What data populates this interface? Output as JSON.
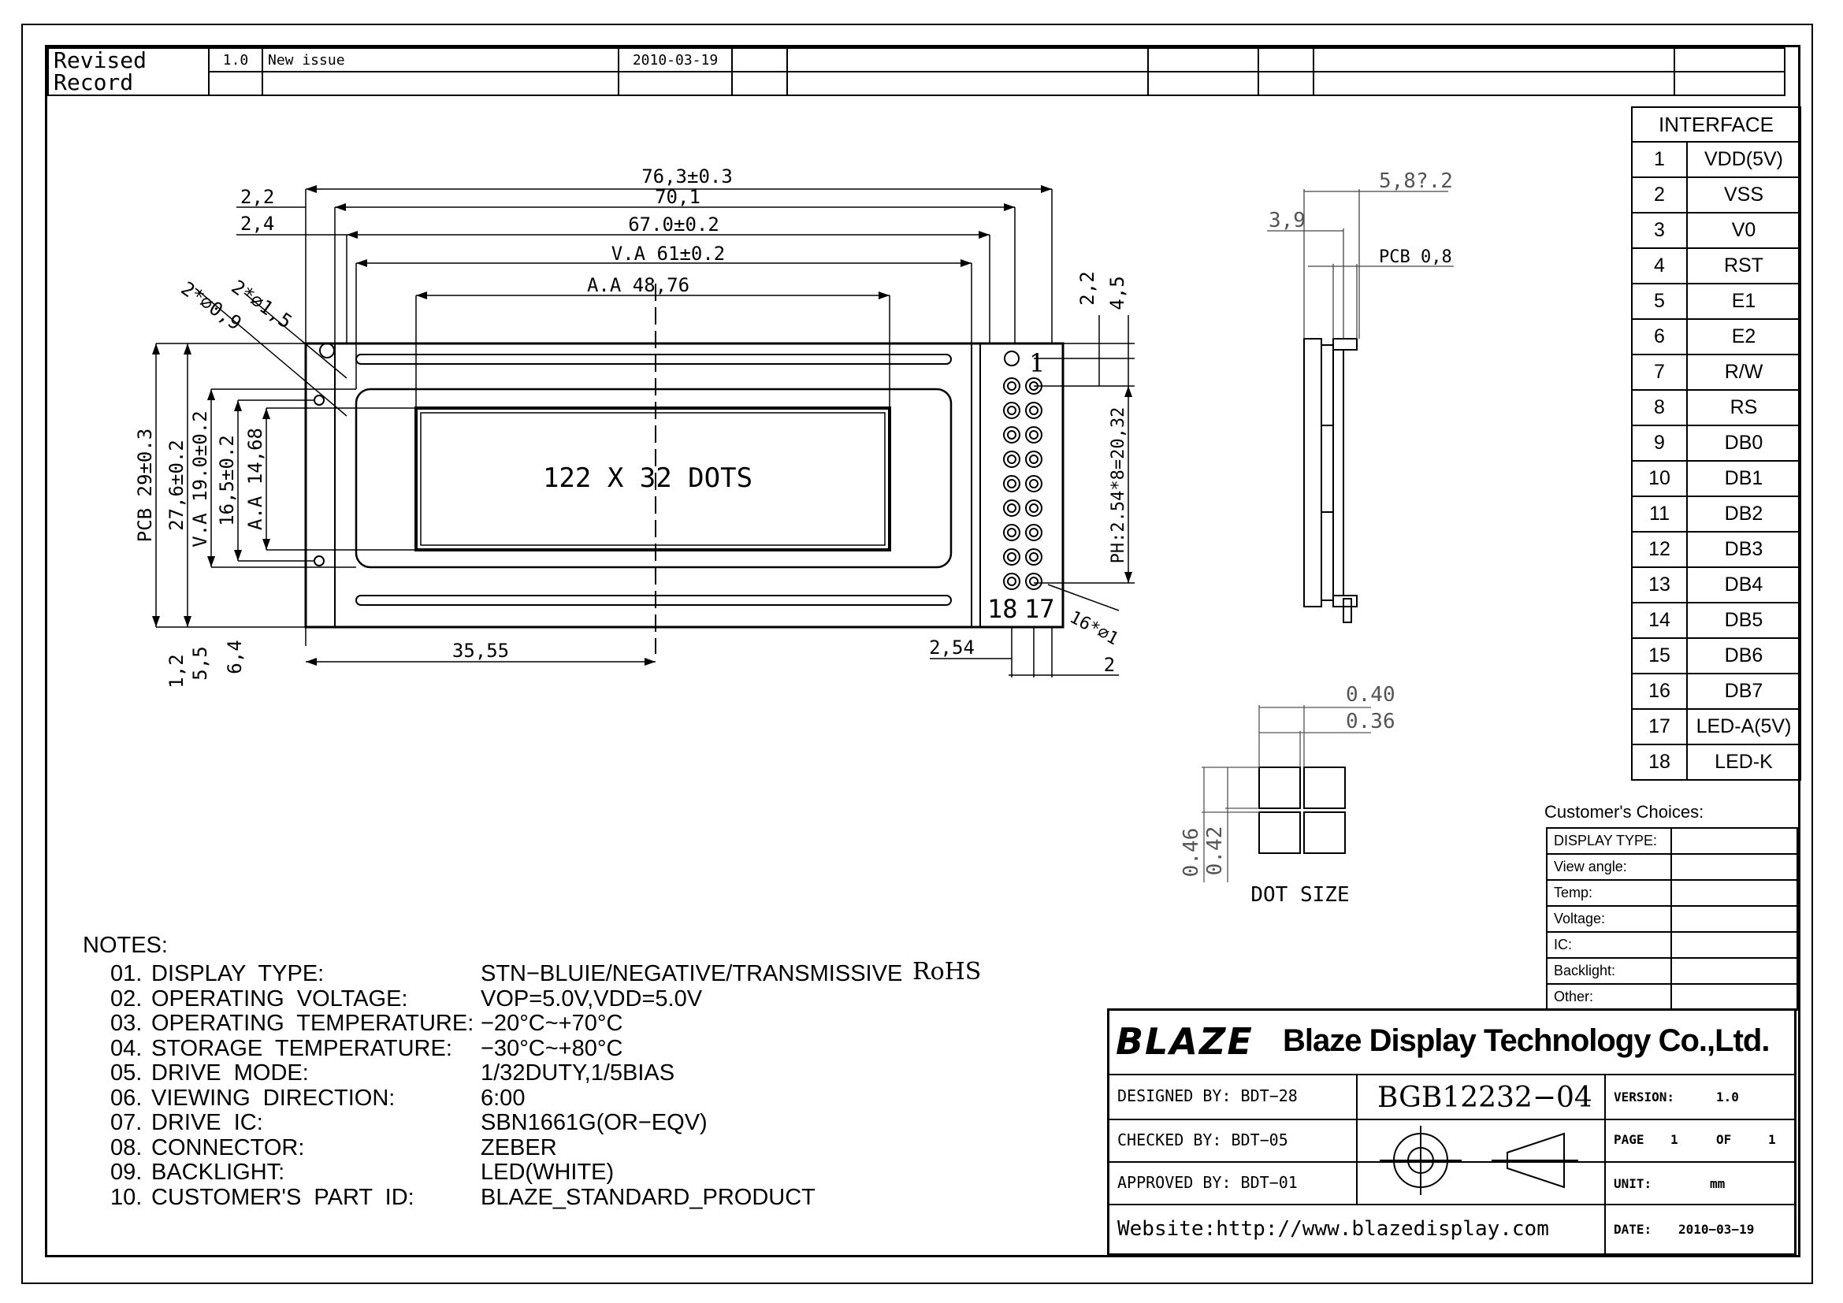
{
  "revision": {
    "title_line1": "Revised",
    "title_line2": "Record",
    "version": "1.0",
    "description": "New issue",
    "date": "2010-03-19"
  },
  "drawing": {
    "dims_top": [
      "76,3±0.3",
      "70,1",
      "67.0±0.2",
      "V.A  61±0.2",
      "A.A 48,76"
    ],
    "dims_left_top": [
      "2,2",
      "2,4"
    ],
    "hole_labels": [
      "2*∅0,9",
      "2*∅1,5"
    ],
    "dims_vertical": [
      "PCB 29±0.3",
      "27,6±0.2",
      "V.A 19.0±0.2",
      "16,5±0.2",
      "A.A 14,68"
    ],
    "dims_bottom_left": [
      "1,2",
      "5,5",
      "6,4"
    ],
    "dim_center": "35,55",
    "dim_254": "2,54",
    "dim_2": "2",
    "dims_right": [
      "2,2",
      "4,5"
    ],
    "pitch": "PH:2.54*8=20,32",
    "pin_hole": "16*∅1",
    "pin1": "1",
    "pin18": "18",
    "pin17": "17",
    "center_text": "122 X 32 DOTS",
    "side_dims": [
      "5,8?.2",
      "3,9",
      "PCB 0,8"
    ],
    "dot_dims": [
      "0.40",
      "0.36",
      "0.46",
      "0.42"
    ],
    "dot_size_label": "DOT SIZE"
  },
  "interface": {
    "header": "INTERFACE",
    "pins": [
      {
        "no": "1",
        "name": "VDD(5V)"
      },
      {
        "no": "2",
        "name": "VSS"
      },
      {
        "no": "3",
        "name": "V0"
      },
      {
        "no": "4",
        "name": "RST"
      },
      {
        "no": "5",
        "name": "E1"
      },
      {
        "no": "6",
        "name": "E2"
      },
      {
        "no": "7",
        "name": "R/W"
      },
      {
        "no": "8",
        "name": "RS"
      },
      {
        "no": "9",
        "name": "DB0"
      },
      {
        "no": "10",
        "name": "DB1"
      },
      {
        "no": "11",
        "name": "DB2"
      },
      {
        "no": "12",
        "name": "DB3"
      },
      {
        "no": "13",
        "name": "DB4"
      },
      {
        "no": "14",
        "name": "DB5"
      },
      {
        "no": "15",
        "name": "DB6"
      },
      {
        "no": "16",
        "name": "DB7"
      },
      {
        "no": "17",
        "name": "LED-A(5V)"
      },
      {
        "no": "18",
        "name": "LED-K"
      }
    ]
  },
  "customer": {
    "title": "Customer's  Choices:",
    "rows": [
      "DISPLAY TYPE:",
      "View angle:",
      "Temp:",
      "Voltage:",
      "IC:",
      "Backlight:",
      "Other:"
    ]
  },
  "notes": {
    "header": "NOTES:",
    "items": [
      {
        "no": "01.",
        "label": "DISPLAY  TYPE:",
        "value": "STN−BLUIE/NEGATIVE/TRANSMISSIVE",
        "extra": "RoHS"
      },
      {
        "no": "02.",
        "label": "OPERATING  VOLTAGE:",
        "value": "VOP=5.0V,VDD=5.0V",
        "extra": ""
      },
      {
        "no": "03.",
        "label": "OPERATING  TEMPERATURE:",
        "value": "−20°C~+70°C",
        "extra": ""
      },
      {
        "no": "04.",
        "label": "STORAGE  TEMPERATURE:",
        "value": "−30°C~+80°C",
        "extra": ""
      },
      {
        "no": "05.",
        "label": "DRIVE  MODE:",
        "value": "1/32DUTY,1/5BIAS",
        "extra": ""
      },
      {
        "no": "06.",
        "label": "VIEWING  DIRECTION:",
        "value": "6:00",
        "extra": ""
      },
      {
        "no": "07.",
        "label": "DRIVE  IC:",
        "value": "SBN1661G(OR−EQV)",
        "extra": ""
      },
      {
        "no": "08.",
        "label": "CONNECTOR:",
        "value": "ZEBER",
        "extra": ""
      },
      {
        "no": "09.",
        "label": "BACKLIGHT:",
        "value": "LED(WHITE)",
        "extra": ""
      },
      {
        "no": "10.",
        "label": "CUSTOMER'S  PART  ID:",
        "value": "BLAZE_STANDARD_PRODUCT",
        "extra": ""
      }
    ]
  },
  "titleblock": {
    "logo": "BLAZE",
    "company": "Blaze Display Technology Co.,Ltd.",
    "designed": "DESIGNED  BY:  BDT−28",
    "checked": "CHECKED  BY:  BDT−05",
    "approved": "APPROVED  BY: BDT−01",
    "part": "BGB12232−04",
    "version_label": "VERSION:",
    "version": "1.0",
    "page_label": "PAGE",
    "page_no": "1",
    "of_label": "OF",
    "of_no": "1",
    "unit_label": "UNIT:",
    "unit": "mm",
    "date_label": "DATE:",
    "date": "2010−03−19",
    "website": "Website:http://www.blazedisplay.com"
  }
}
